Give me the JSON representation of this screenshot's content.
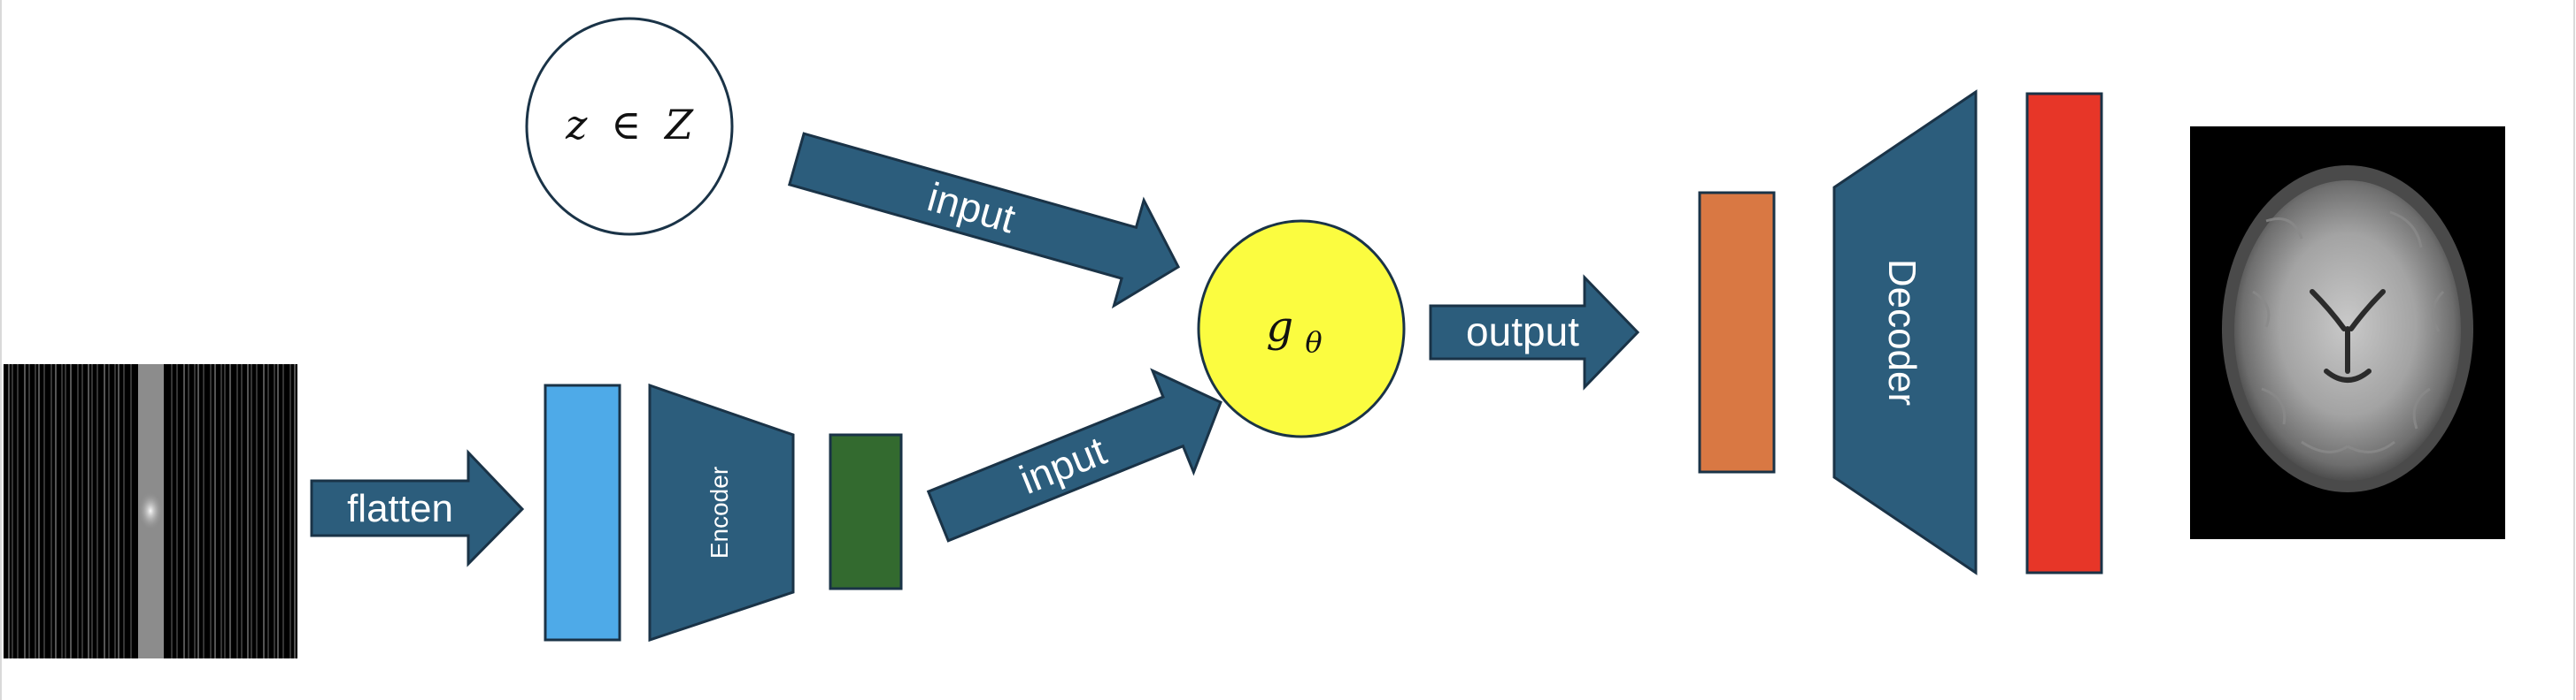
{
  "latent": {
    "var": "z",
    "op": "∈",
    "set": "Z"
  },
  "generator": {
    "symbol": "g",
    "subscript": "θ"
  },
  "arrows": {
    "flatten": "flatten",
    "input_top": "input",
    "input_bottom": "input",
    "output": "output"
  },
  "blocks": {
    "encoder": "Encoder",
    "decoder": "Decoder"
  },
  "colors": {
    "arrow_fill": "#2c5d7c",
    "outline": "#1a3347",
    "flatten_block": "#4eaae8",
    "latent_block": "#336a2f",
    "generator_fill": "#fbfc40",
    "decoder_input_block": "#d97843",
    "decoder_output_block": "#e73628",
    "encoder_fill": "#2c5d7c",
    "decoder_fill": "#2c5d7c"
  },
  "images": {
    "kspace": "undersampled-kspace-image",
    "brain": "reconstructed-brain-mri-image"
  }
}
